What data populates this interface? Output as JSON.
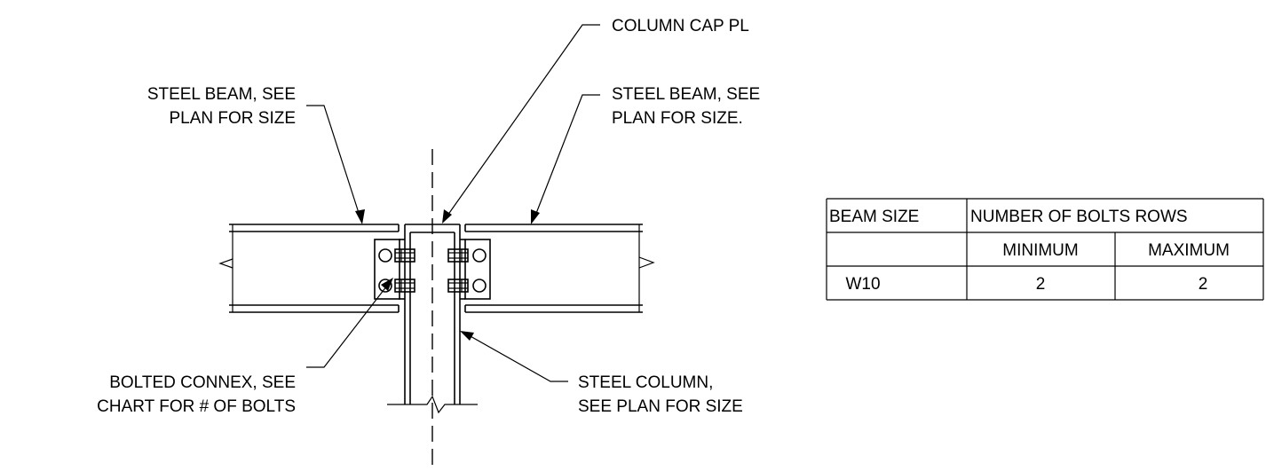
{
  "labels": {
    "column_cap": "COLUMN CAP PL",
    "beam_left_1": "STEEL BEAM, SEE",
    "beam_left_2": "PLAN FOR SIZE",
    "beam_right_1": "STEEL BEAM, SEE",
    "beam_right_2": "PLAN FOR SIZE.",
    "bolted_1": "BOLTED CONNEX,  SEE",
    "bolted_2": "CHART FOR # OF BOLTS",
    "column_1": "STEEL COLUMN,",
    "column_2": "SEE PLAN FOR SIZE"
  },
  "table": {
    "header": {
      "col1": "BEAM SIZE",
      "col2": "NUMBER OF BOLTS ROWS"
    },
    "subheader": {
      "col1": "",
      "min": "MINIMUM",
      "max": "MAXIMUM"
    },
    "rows": [
      {
        "beam_size": "W10",
        "min": "2",
        "max": "2"
      }
    ]
  }
}
